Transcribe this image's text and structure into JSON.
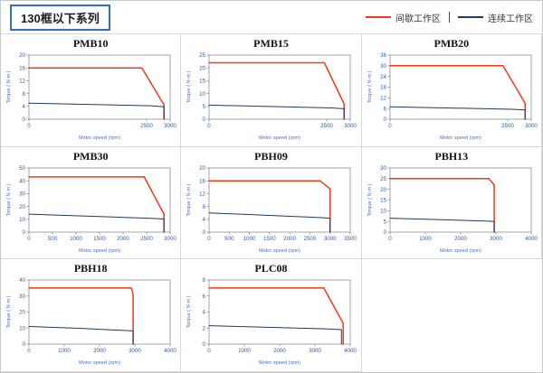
{
  "header": {
    "title": "130框以下系列",
    "legend": [
      {
        "id": "intermittent",
        "label": "间歇工作区",
        "color": "#f23a16"
      },
      {
        "id": "continuous",
        "label": "连续工作区",
        "color": "#1f3864"
      }
    ]
  },
  "style": {
    "accent_border": "#2e74b5",
    "tick_text": "#2e5fa3",
    "axis_title_text": "#4472c4",
    "frame": "#808080",
    "grid_line": "#d9d9d9"
  },
  "chart_data": [
    {
      "type": "line",
      "title": "PMB10",
      "xlabel": "Motor speed (rpm)",
      "ylabel": "Torque ( N·m )",
      "xlim": [
        0,
        3000
      ],
      "ylim": [
        0,
        20
      ],
      "x_ticks": [
        0,
        2500,
        3000
      ],
      "y_ticks": [
        0,
        4,
        8,
        12,
        16,
        20
      ],
      "series": [
        {
          "name": "间歇工作区",
          "color": "#f23a16",
          "points": [
            [
              0,
              16
            ],
            [
              2400,
              16
            ],
            [
              2870,
              4.5
            ],
            [
              2870,
              0
            ]
          ]
        },
        {
          "name": "连续工作区",
          "color": "#1f3864",
          "points": [
            [
              0,
              5
            ],
            [
              2600,
              4.2
            ],
            [
              2870,
              3.9
            ],
            [
              2870,
              0
            ]
          ]
        }
      ]
    },
    {
      "type": "line",
      "title": "PMB15",
      "xlabel": "Motor speed (rpm)",
      "ylabel": "Torque ( N·m )",
      "xlim": [
        0,
        3000
      ],
      "ylim": [
        0,
        25
      ],
      "x_ticks": [
        0,
        2500,
        3000
      ],
      "y_ticks": [
        0,
        5,
        10,
        15,
        20,
        25
      ],
      "series": [
        {
          "name": "间歇工作区",
          "color": "#f23a16",
          "points": [
            [
              0,
              22
            ],
            [
              2450,
              22
            ],
            [
              2870,
              6
            ],
            [
              2870,
              0
            ]
          ]
        },
        {
          "name": "连续工作区",
          "color": "#1f3864",
          "points": [
            [
              0,
              5.5
            ],
            [
              2600,
              4.4
            ],
            [
              2870,
              4.1
            ],
            [
              2870,
              0
            ]
          ]
        }
      ]
    },
    {
      "type": "line",
      "title": "PMB20",
      "xlabel": "Motor speed (rpm)",
      "ylabel": "Torque ( N·m )",
      "xlim": [
        0,
        3000
      ],
      "ylim": [
        0,
        36
      ],
      "x_ticks": [
        0,
        2500,
        3000
      ],
      "y_ticks": [
        0,
        6,
        12,
        18,
        24,
        30,
        36
      ],
      "series": [
        {
          "name": "间歇工作区",
          "color": "#f23a16",
          "points": [
            [
              0,
              30
            ],
            [
              2400,
              30
            ],
            [
              2870,
              9
            ],
            [
              2870,
              0
            ]
          ]
        },
        {
          "name": "连续工作区",
          "color": "#1f3864",
          "points": [
            [
              0,
              7
            ],
            [
              2600,
              5.6
            ],
            [
              2870,
              5.2
            ],
            [
              2870,
              0
            ]
          ]
        }
      ]
    },
    {
      "type": "line",
      "title": "PMB30",
      "xlabel": "Motor speed (rpm)",
      "ylabel": "Torque ( N·m )",
      "xlim": [
        0,
        3000
      ],
      "ylim": [
        0,
        50
      ],
      "x_ticks": [
        0,
        500,
        1000,
        1500,
        2000,
        2500,
        3000
      ],
      "y_ticks": [
        0,
        10,
        20,
        30,
        40,
        50
      ],
      "series": [
        {
          "name": "间歇工作区",
          "color": "#f23a16",
          "points": [
            [
              0,
              43
            ],
            [
              2450,
              43
            ],
            [
              2870,
              14
            ],
            [
              2870,
              0
            ]
          ]
        },
        {
          "name": "连续工作区",
          "color": "#1f3864",
          "points": [
            [
              0,
              14
            ],
            [
              2600,
              10.8
            ],
            [
              2870,
              10.2
            ],
            [
              2870,
              0
            ]
          ]
        }
      ]
    },
    {
      "type": "line",
      "title": "PBH09",
      "xlabel": "Motor speed (rpm)",
      "ylabel": "Torque ( N·m )",
      "xlim": [
        0,
        3500
      ],
      "ylim": [
        0,
        20
      ],
      "x_ticks": [
        0,
        500,
        1000,
        1500,
        2000,
        2500,
        3000,
        3500
      ],
      "y_ticks": [
        0,
        4,
        8,
        12,
        16,
        20
      ],
      "series": [
        {
          "name": "间歇工作区",
          "color": "#f23a16",
          "points": [
            [
              0,
              16
            ],
            [
              2750,
              16
            ],
            [
              3000,
              13.5
            ],
            [
              3000,
              0
            ]
          ]
        },
        {
          "name": "连续工作区",
          "color": "#1f3864",
          "points": [
            [
              0,
              6
            ],
            [
              2800,
              4.5
            ],
            [
              3000,
              4.3
            ],
            [
              3000,
              0
            ]
          ]
        }
      ]
    },
    {
      "type": "line",
      "title": "PBH13",
      "xlabel": "Motor speed (rpm)",
      "ylabel": "Torque ( N·m )",
      "xlim": [
        0,
        4000
      ],
      "ylim": [
        0,
        30
      ],
      "x_ticks": [
        0,
        1000,
        2000,
        3000,
        4000
      ],
      "y_ticks": [
        0,
        5,
        10,
        15,
        20,
        25,
        30
      ],
      "series": [
        {
          "name": "间歇工作区",
          "color": "#f23a16",
          "points": [
            [
              0,
              25
            ],
            [
              2800,
              25
            ],
            [
              2950,
              22
            ],
            [
              2950,
              0
            ]
          ]
        },
        {
          "name": "连续工作区",
          "color": "#1f3864",
          "points": [
            [
              0,
              6.5
            ],
            [
              2700,
              5.2
            ],
            [
              2950,
              5
            ],
            [
              2950,
              0
            ]
          ]
        }
      ]
    },
    {
      "type": "line",
      "title": "PBH18",
      "xlabel": "Motor speed (rpm)",
      "ylabel": "Torque ( N·m )",
      "xlim": [
        0,
        4000
      ],
      "ylim": [
        0,
        40
      ],
      "x_ticks": [
        0,
        1000,
        2000,
        3000,
        4000
      ],
      "y_ticks": [
        0,
        10,
        20,
        30,
        40
      ],
      "series": [
        {
          "name": "间歇工作区",
          "color": "#f23a16",
          "points": [
            [
              0,
              35
            ],
            [
              2900,
              35
            ],
            [
              2950,
              31
            ],
            [
              2950,
              0
            ]
          ]
        },
        {
          "name": "连续工作区",
          "color": "#1f3864",
          "points": [
            [
              0,
              11
            ],
            [
              1500,
              9.8
            ],
            [
              2950,
              8.2
            ],
            [
              2950,
              0
            ]
          ]
        }
      ]
    },
    {
      "type": "line",
      "title": "PLC08",
      "xlabel": "Motor speed (rpm)",
      "ylabel": "Torque ( N·m )",
      "xlim": [
        0,
        4000
      ],
      "ylim": [
        0,
        8
      ],
      "x_ticks": [
        0,
        1000,
        2000,
        3000,
        4000
      ],
      "y_ticks": [
        0,
        2,
        4,
        6,
        8
      ],
      "series": [
        {
          "name": "间歇工作区",
          "color": "#f23a16",
          "points": [
            [
              0,
              7
            ],
            [
              3250,
              7
            ],
            [
              3800,
              2.6
            ],
            [
              3800,
              0
            ]
          ]
        },
        {
          "name": "连续工作区",
          "color": "#1f3864",
          "points": [
            [
              0,
              2.3
            ],
            [
              3300,
              1.9
            ],
            [
              3750,
              1.8
            ],
            [
              3750,
              0
            ]
          ]
        }
      ]
    }
  ]
}
